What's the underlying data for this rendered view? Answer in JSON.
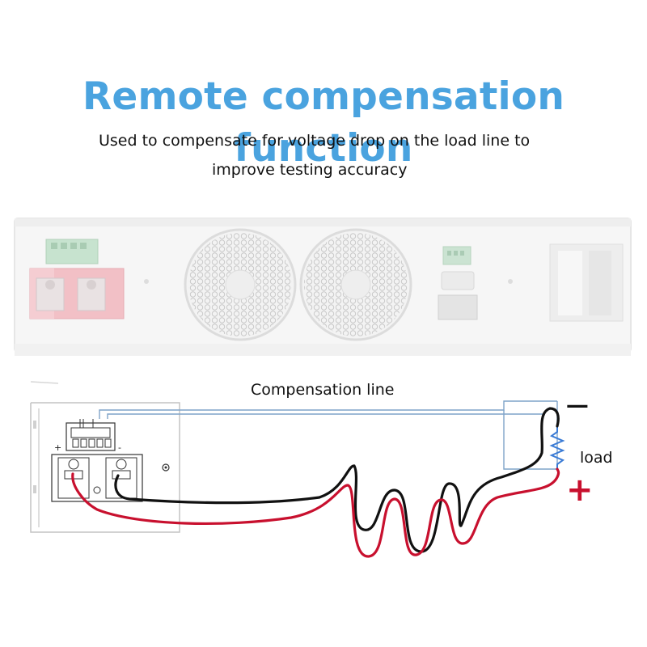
{
  "header": {
    "title": "Remote compensation function",
    "subtitle_line1": "Used to compensate for voltage drop on the load line to",
    "subtitle_line2": "improve testing accuracy"
  },
  "diagram": {
    "compensation_label": "Compensation line",
    "load_label": "load",
    "minus_symbol": "−",
    "plus_symbol": "+",
    "terminal_plus": "+",
    "terminal_minus": "-"
  },
  "colors": {
    "title": "#4aa3df",
    "sense_wire": "#7fa4c9",
    "negative_wire": "#111111",
    "positive_wire": "#c8102e",
    "load_resistor": "#3a7bd5"
  },
  "icons": [
    "fan-icon",
    "terminal-block-icon",
    "resistor-icon",
    "binding-post-icon"
  ]
}
